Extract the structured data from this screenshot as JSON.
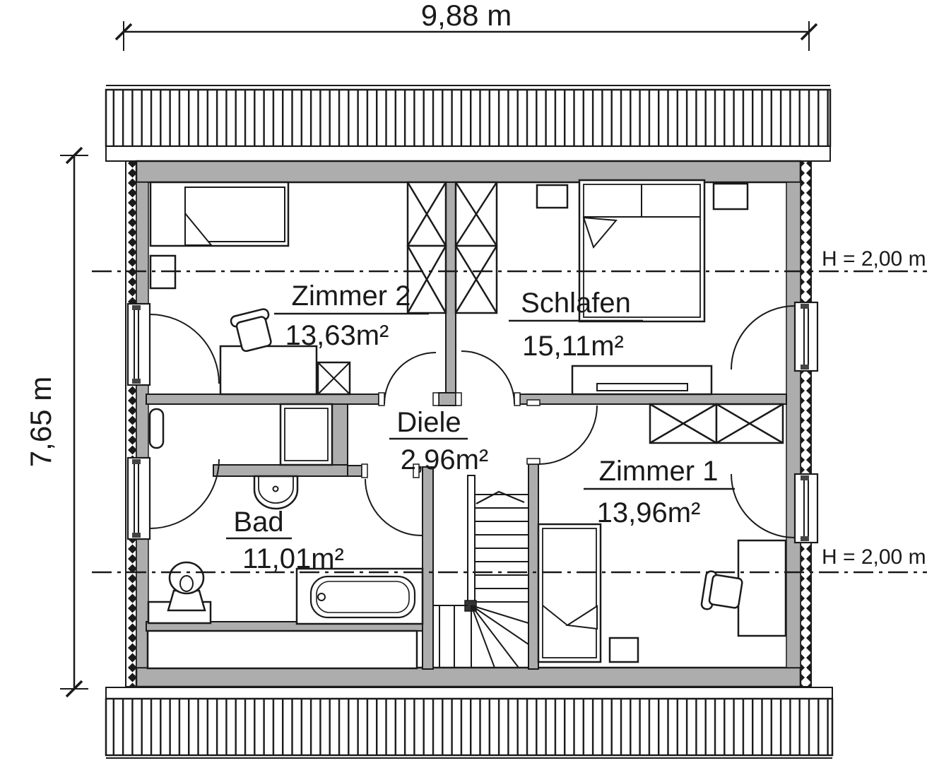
{
  "plan": {
    "type": "floorplan-attic-storey",
    "rooms": [
      {
        "id": "zimmer2",
        "name": "Zimmer 2",
        "area": "13,63m²"
      },
      {
        "id": "schlafen",
        "name": "Schlafen",
        "area": "15,11m²"
      },
      {
        "id": "diele",
        "name": "Diele",
        "area": "2,96m²"
      },
      {
        "id": "bad",
        "name": "Bad",
        "area": "11,01m²"
      },
      {
        "id": "zimmer1",
        "name": "Zimmer 1",
        "area": "13,96m²"
      }
    ],
    "dimensions": {
      "width_label": "9,88 m",
      "height_label": "7,65 m"
    },
    "height_lines": {
      "top": "H = 2,00 m",
      "bottom": "H = 2,00 m"
    },
    "colors": {
      "wall_gray": "#adadad",
      "line": "#1a1a1a",
      "background": "#ffffff"
    }
  }
}
